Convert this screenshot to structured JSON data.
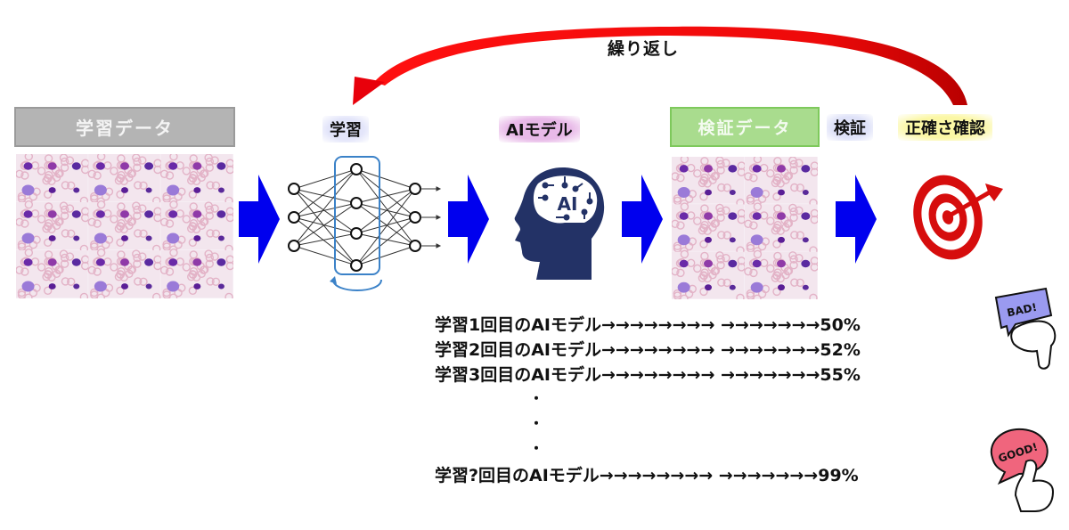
{
  "loop": {
    "label": "繰り返し",
    "arrow_color": "#e8000b"
  },
  "stages": {
    "training_data": {
      "label": "学習データ",
      "image": "blood-cell-smear-grid"
    },
    "learning": {
      "label": "学習",
      "icon": "neural-network-icon"
    },
    "ai_model": {
      "label": "AIモデル",
      "icon": "ai-head-icon",
      "icon_text": "AI"
    },
    "validation_data": {
      "label": "検証データ",
      "image": "blood-cell-smear-grid"
    },
    "validation": {
      "label": "検証"
    },
    "accuracy_check": {
      "label": "正確さ確認",
      "icon": "target-arrow-icon"
    }
  },
  "flow_arrow_color": "#0000ee",
  "results": [
    {
      "label": "学習1回目のAIモデル",
      "arrows": "→→→→→→→→ →→→→→→→",
      "accuracy": "50%"
    },
    {
      "label": "学習2回目のAIモデル",
      "arrows": "→→→→→→→→ →→→→→→→",
      "accuracy": "52%"
    },
    {
      "label": "学習3回目のAIモデル",
      "arrows": "→→→→→→→→ →→→→→→→",
      "accuracy": "55%"
    },
    {
      "label": "学習?回目のAIモデル",
      "arrows": "→→→→→→→→ →→→→→→→",
      "accuracy": "99%"
    }
  ],
  "ellipsis_dots": [
    "・",
    "・",
    "・"
  ],
  "badges": {
    "bad": {
      "text": "BAD!",
      "icon": "thumbs-down-icon",
      "color": "#9a9af0"
    },
    "good": {
      "text": "GOOD!",
      "icon": "thumbs-up-icon",
      "color": "#f0657d"
    }
  }
}
